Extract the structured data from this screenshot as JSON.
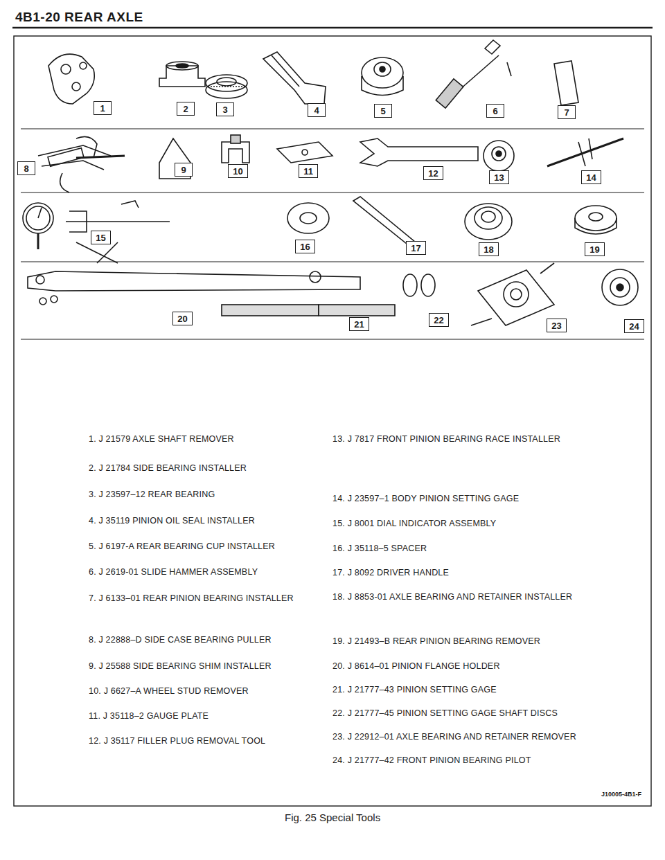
{
  "diagram": {
    "title": "4B1-20 REAR AXLE",
    "caption": "Fig. 25 Special Tools",
    "nodes": [
      {
        "text": [
          "1"
        ]
      },
      {
        "text": [
          "2"
        ]
      },
      {
        "text": [
          "3"
        ]
      },
      {
        "text": [
          "4"
        ]
      },
      {
        "text": [
          "5"
        ]
      },
      {
        "text": [
          "6"
        ]
      },
      {
        "text": [
          "7"
        ]
      },
      {
        "text": [
          "8"
        ]
      },
      {
        "text": [
          "9"
        ]
      },
      {
        "text": [
          "10"
        ]
      },
      {
        "text": [
          "11"
        ]
      },
      {
        "text": [
          "12"
        ]
      },
      {
        "text": [
          "13"
        ]
      },
      {
        "text": [
          "14"
        ]
      },
      {
        "text": [
          "15"
        ]
      },
      {
        "text": [
          "16"
        ]
      },
      {
        "text": [
          "17"
        ]
      },
      {
        "text": [
          "18"
        ]
      },
      {
        "text": [
          "19"
        ]
      },
      {
        "text": [
          "20"
        ]
      },
      {
        "text": [
          "21"
        ]
      },
      {
        "text": [
          "22"
        ]
      },
      {
        "text": [
          "23"
        ]
      },
      {
        "text": [
          "24"
        ]
      }
    ],
    "labels": [
      "1. J 21579 AXLE SHAFT REMOVER",
      "2. J 21784 SIDE BEARING INSTALLER",
      "3. J 23597–12 REAR BEARING",
      "4. J 35119 PINION OIL SEAL INSTALLER",
      "5. J 6197-A REAR BEARING CUP INSTALLER",
      "6. J 2619-01 SLIDE HAMMER ASSEMBLY",
      "7. J 6133–01 REAR PINION BEARING INSTALLER",
      "8. J 22888–D SIDE CASE BEARING PULLER",
      "9. J 25588 SIDE BEARING SHIM INSTALLER",
      "10. J 6627–A WHEEL STUD REMOVER",
      "11. J 35118–2 GAUGE PLATE",
      "12. J 35117 FILLER PLUG REMOVAL TOOL",
      "13. J 7817 FRONT PINION BEARING RACE INSTALLER",
      "14. J 23597–1 BODY PINION SETTING GAGE",
      "15. J 8001 DIAL INDICATOR ASSEMBLY",
      "16. J 35118–5 SPACER",
      "17. J 8092 DRIVER HANDLE",
      "18. J 8853-01 AXLE BEARING AND RETAINER INSTALLER",
      "19. J 21493–B REAR PINION BEARING REMOVER",
      "20. J 8614–01 PINION FLANGE HOLDER",
      "21. J 21777–43 PINION SETTING GAGE",
      "22. J 21777–45 PINION SETTING GAGE SHAFT DISCS",
      "23. J 22912–01 AXLE BEARING AND RETAINER REMOVER",
      "24. J 21777–42 FRONT PINION BEARING PILOT",
      "J10005-4B1-F"
    ]
  }
}
